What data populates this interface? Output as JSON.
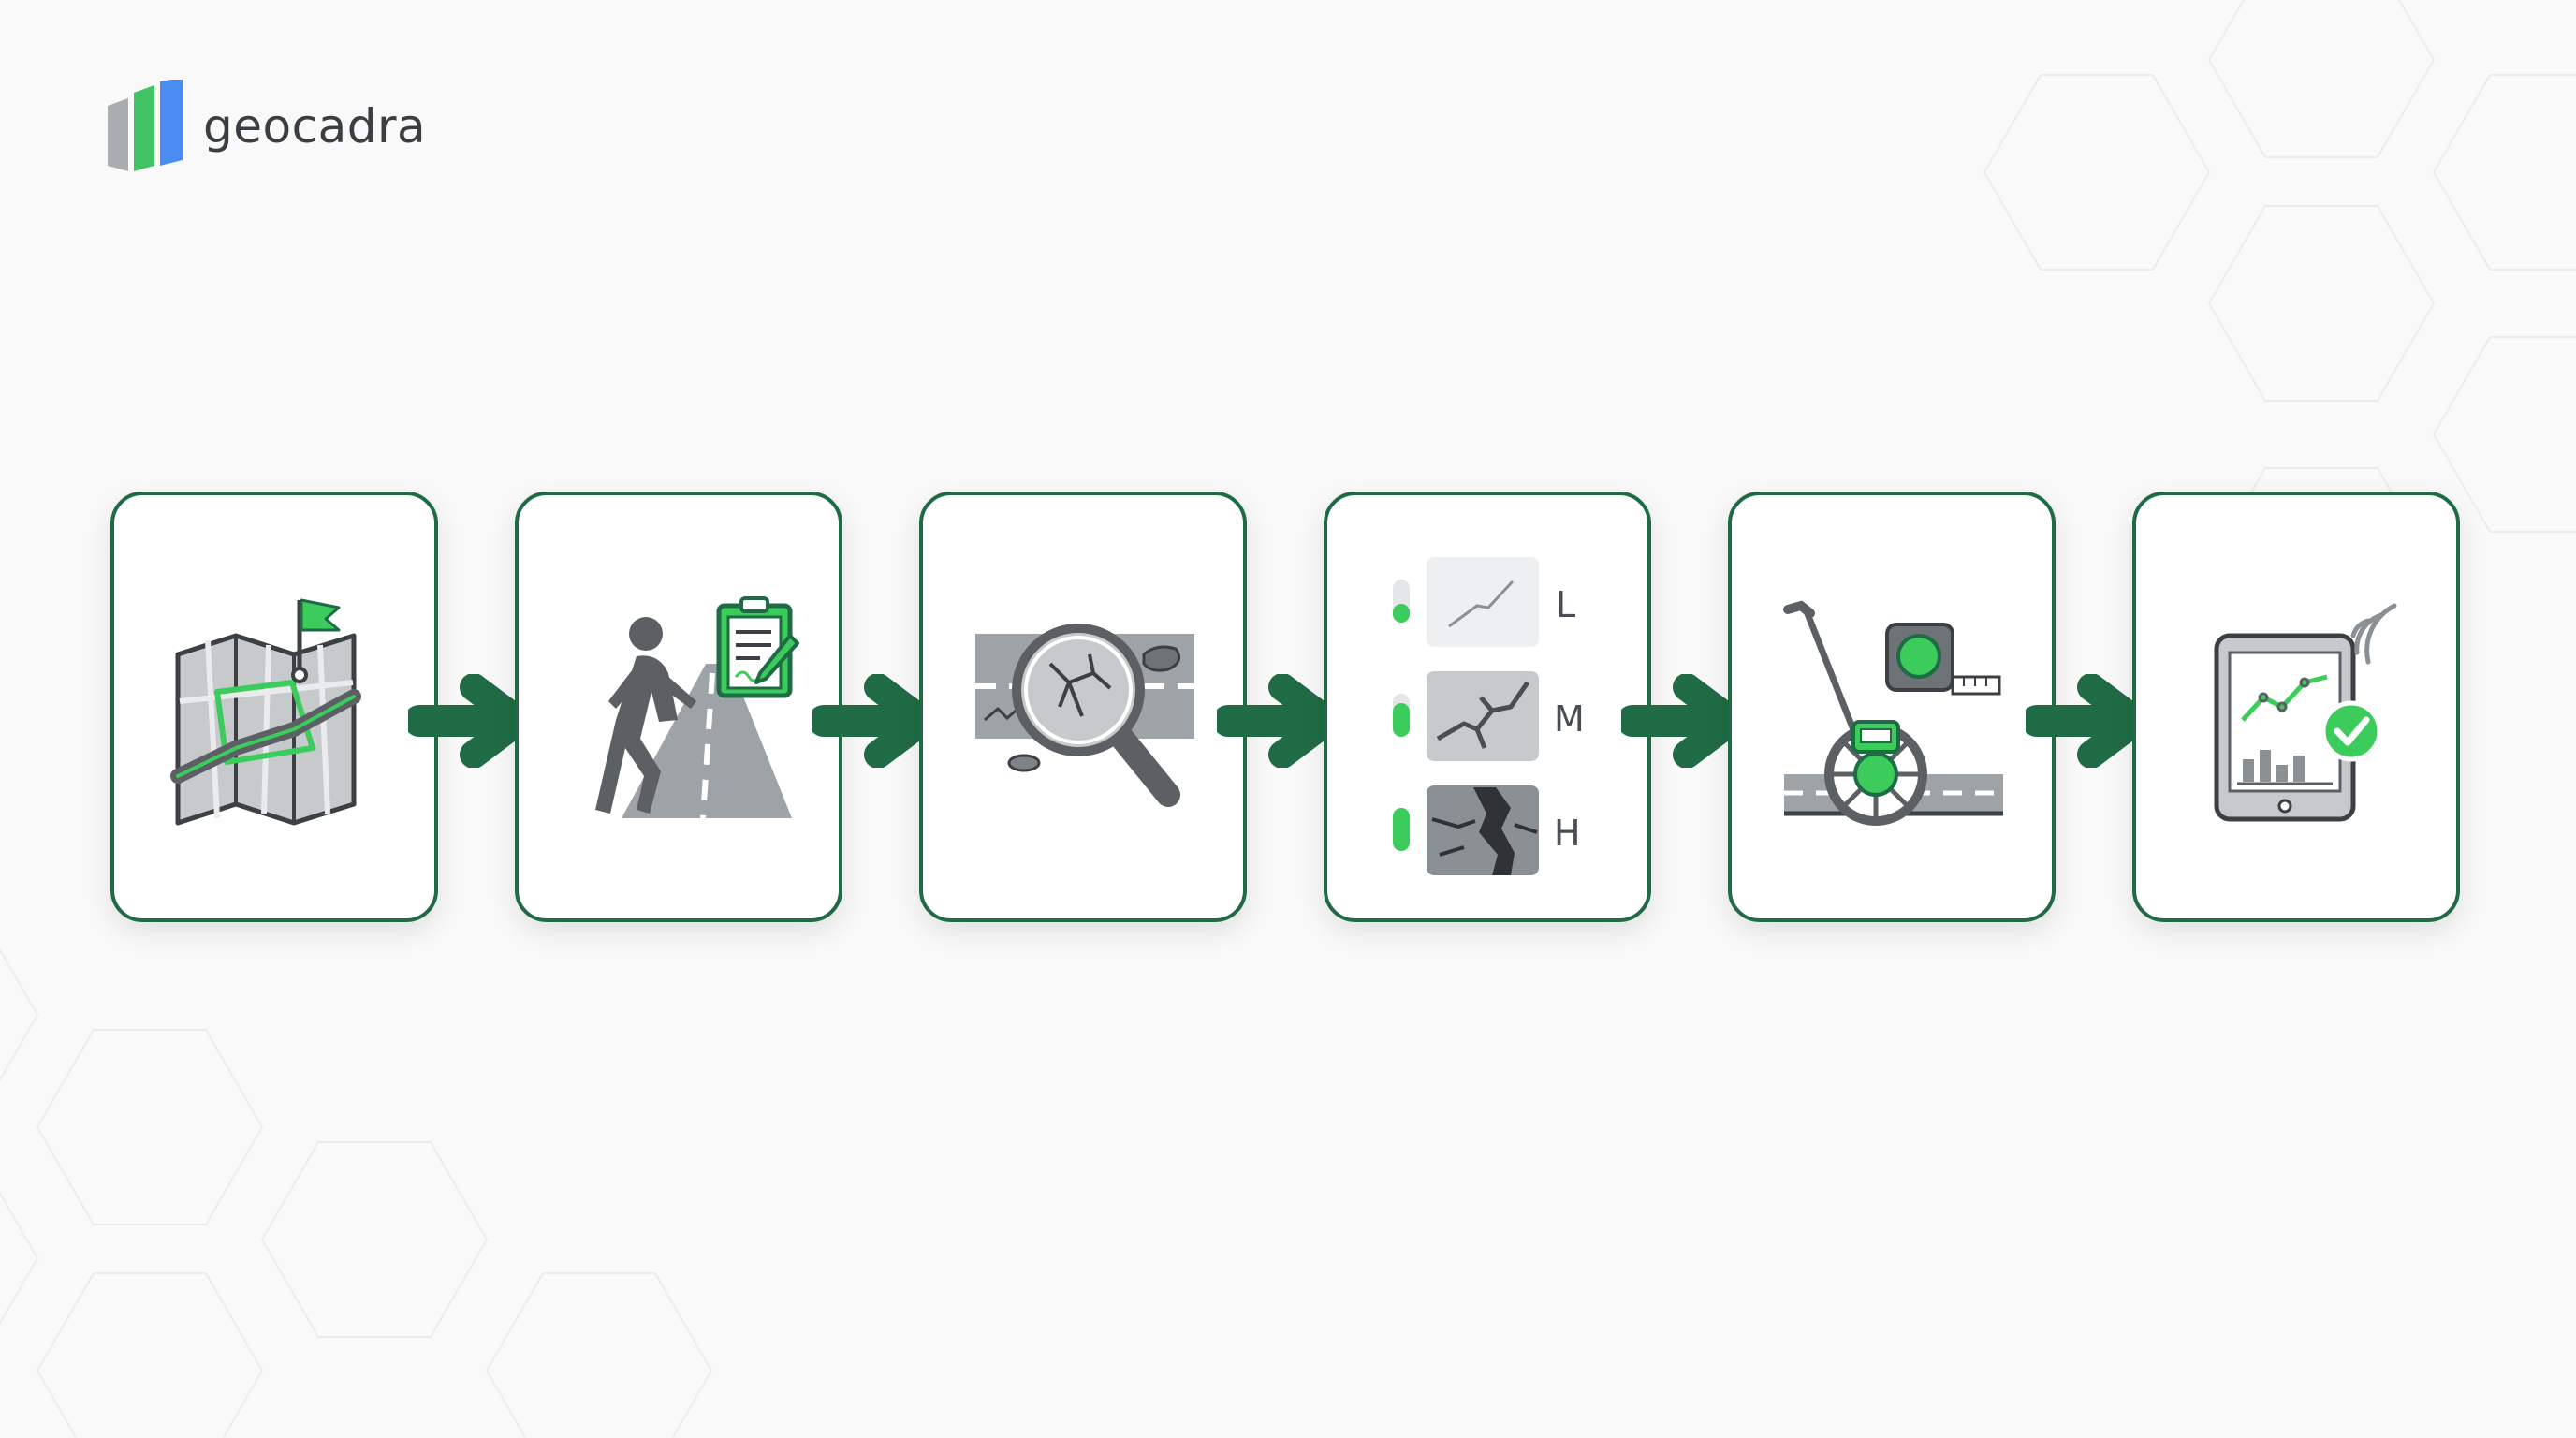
{
  "brand": {
    "name": "geocadra"
  },
  "workflow": {
    "steps": [
      {
        "icon": "route-map-flag-icon"
      },
      {
        "icon": "pedestrian-survey-clipboard-icon"
      },
      {
        "icon": "crack-inspection-magnifier-icon"
      },
      {
        "icon": "severity-rating-icon"
      },
      {
        "icon": "measuring-wheel-tape-icon"
      },
      {
        "icon": "tablet-report-upload-icon"
      }
    ],
    "severity_levels": [
      "L",
      "M",
      "H"
    ]
  },
  "colors": {
    "primary_green": "#1f6b45",
    "accent_green": "#3ccc5c",
    "icon_gray": "#5c5f63",
    "road_gray": "#9ea3a8",
    "logo_blue": "#4a8cf0"
  }
}
